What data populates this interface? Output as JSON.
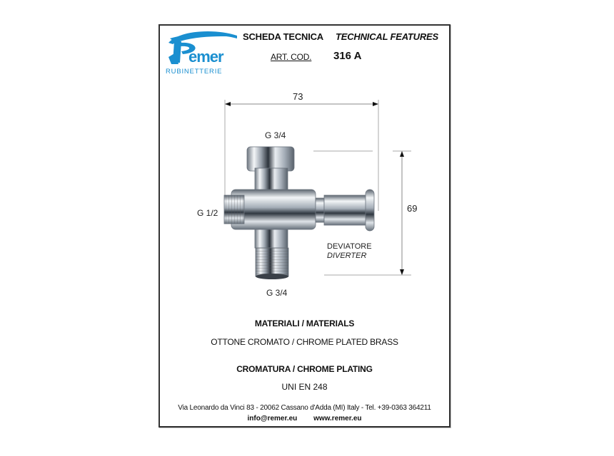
{
  "brand": {
    "name": "Remer",
    "subtitle": "RUBINETTERIE",
    "color": "#1a8fd0"
  },
  "header": {
    "title_it": "SCHEDA TECNICA",
    "title_en": "TECHNICAL FEATURES",
    "article_label": "ART. COD.",
    "article_code": "316 A"
  },
  "drawing": {
    "product_icon": "diverter-valve-photo",
    "width_dimension": "73",
    "height_dimension": "69",
    "top_port": "G 3/4",
    "side_port": "G 1/2",
    "bottom_port": "G 3/4",
    "diverter_label_it": "DEVIATORE",
    "diverter_label_en": "DIVERTER"
  },
  "specs": {
    "materials_heading": "MATERIALI / MATERIALS",
    "materials_value": "OTTONE CROMATO / CHROME PLATED BRASS",
    "plating_heading": "CROMATURA / CHROME PLATING",
    "plating_value": "UNI EN 248"
  },
  "footer": {
    "address": "Via Leonardo da Vinci 83 - 20062 Cassano d'Adda (MI) Italy - Tel. +39-0363 364211",
    "email": "info@remer.eu",
    "website": "www.remer.eu"
  }
}
